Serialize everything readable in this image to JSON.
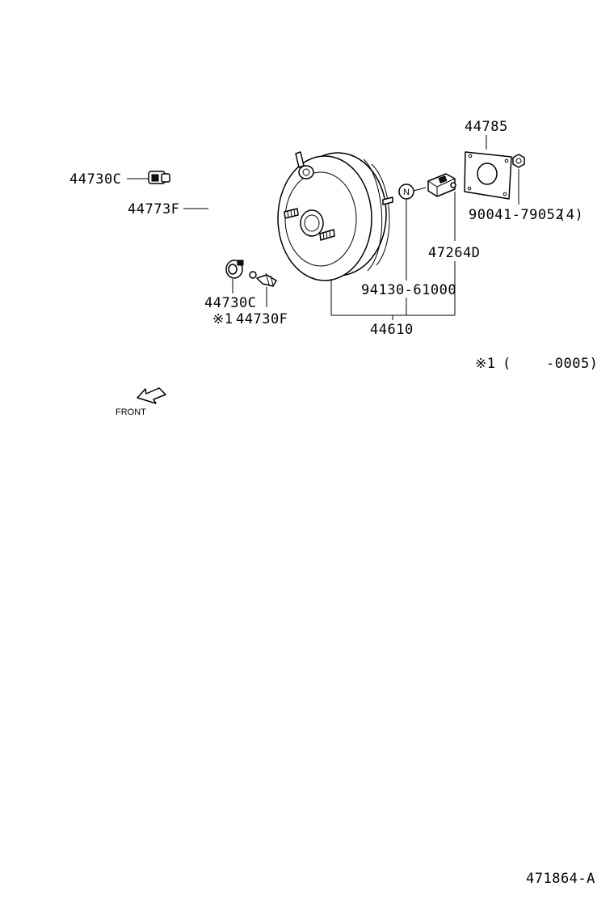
{
  "parts": {
    "clamp_upper": "44730C",
    "hose": "44773F",
    "clamp_lower": "44730C",
    "check_valve": "44730F",
    "check_valve_note_mark": "※1",
    "booster_assy": "44610",
    "gasket": "44785",
    "nut": "90041-79052",
    "nut_qty": "(4)",
    "clevis": "47264D",
    "clevis_nut": "94130-61000",
    "clevis_nut_symbol": "N"
  },
  "footnote": {
    "mark": "※1",
    "open_paren": "(",
    "range": "-0005)"
  },
  "direction": {
    "label": "FRONT"
  },
  "figure_ref": "471864-A"
}
